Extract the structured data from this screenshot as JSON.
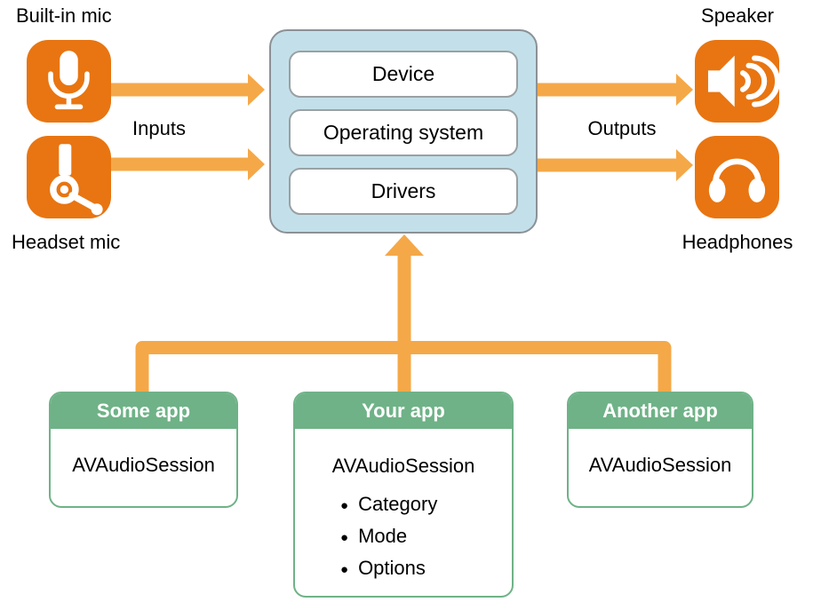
{
  "colors": {
    "icon_orange": "#E87511",
    "arrow_orange": "#F5A847",
    "system_box_fill": "#C3E0EA",
    "system_box_border": "#8B9196",
    "inner_box_border": "#9AA0A3",
    "app_green": "#6FB287"
  },
  "io": {
    "inputs_label": "Inputs",
    "outputs_label": "Outputs",
    "devices": [
      {
        "name": "Built-in mic",
        "icon": "microphone-icon"
      },
      {
        "name": "Headset mic",
        "icon": "headset-mic-icon"
      },
      {
        "name": "Speaker",
        "icon": "speaker-icon"
      },
      {
        "name": "Headphones",
        "icon": "headphones-icon"
      }
    ]
  },
  "system": {
    "layers": [
      "Device",
      "Operating system",
      "Drivers"
    ]
  },
  "apps": [
    {
      "title": "Some app",
      "class_name": "AVAudioSession",
      "bullets": []
    },
    {
      "title": "Your app",
      "class_name": "AVAudioSession",
      "bullets": [
        "Category",
        "Mode",
        "Options"
      ]
    },
    {
      "title": "Another app",
      "class_name": "AVAudioSession",
      "bullets": []
    }
  ]
}
